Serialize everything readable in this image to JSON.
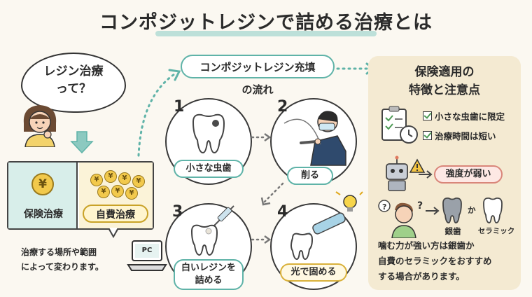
{
  "title": "コンポジットレジンで詰める治療とは",
  "question": {
    "line1": "レジン治療",
    "line2": "って？"
  },
  "payment": {
    "insured_label": "保険治療",
    "self_pay_label": "自費治療",
    "coin_symbol": "¥"
  },
  "left_note": {
    "line1": "治療する場所や範囲",
    "line2": "によって変わります。"
  },
  "laptop_label": "PC",
  "flow": {
    "pill": "コンポジットレジン充填",
    "sub": "の流れ"
  },
  "steps": [
    {
      "num": "1",
      "label": "小さな虫歯"
    },
    {
      "num": "2",
      "label": "削る"
    },
    {
      "num": "3",
      "label_line1": "白いレジンを",
      "label_line2": "詰める"
    },
    {
      "num": "4",
      "label": "光で固める"
    }
  ],
  "right_panel": {
    "title_line1": "保険適用の",
    "title_line2": "特徴と注意点",
    "checks": [
      "小さな虫歯に限定",
      "治療時間は短い"
    ],
    "warning": "強度が弱い",
    "compare_silver": "銀歯",
    "compare_or": "か",
    "compare_ceramic": "セラミック",
    "note_lines": [
      "噛む力が強い方は銀歯か",
      "自費のセラミックをおすすめ",
      "する場合があります。"
    ]
  },
  "colors": {
    "teal": "#5fb3a8",
    "yellow": "#d9b13b",
    "panel": "#f4ead2",
    "warning_pink": "#d9867a"
  }
}
